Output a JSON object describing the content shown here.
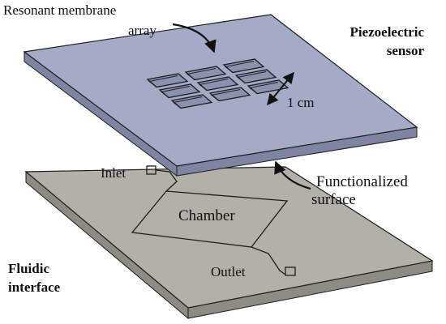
{
  "labels": {
    "resonant_line1": "Resonant membrane",
    "resonant_line2": "array",
    "piezo_line1": "Piezoelectric",
    "piezo_line2": "sensor",
    "scale": "1 cm",
    "inlet": "Inlet",
    "functionalized_line1": "Functionalized",
    "functionalized_line2": "surface",
    "chamber": "Chamber",
    "fluidic_line1": "Fluidic",
    "fluidic_line2": "interface",
    "outlet": "Outlet"
  },
  "colors": {
    "sensor_top": "#a3abc6",
    "sensor_edge": "#7d85a3",
    "base_top": "#b3afa9",
    "base_edge": "#8e8a84",
    "outline": "#1e1e1e",
    "arrow": "#111111"
  }
}
